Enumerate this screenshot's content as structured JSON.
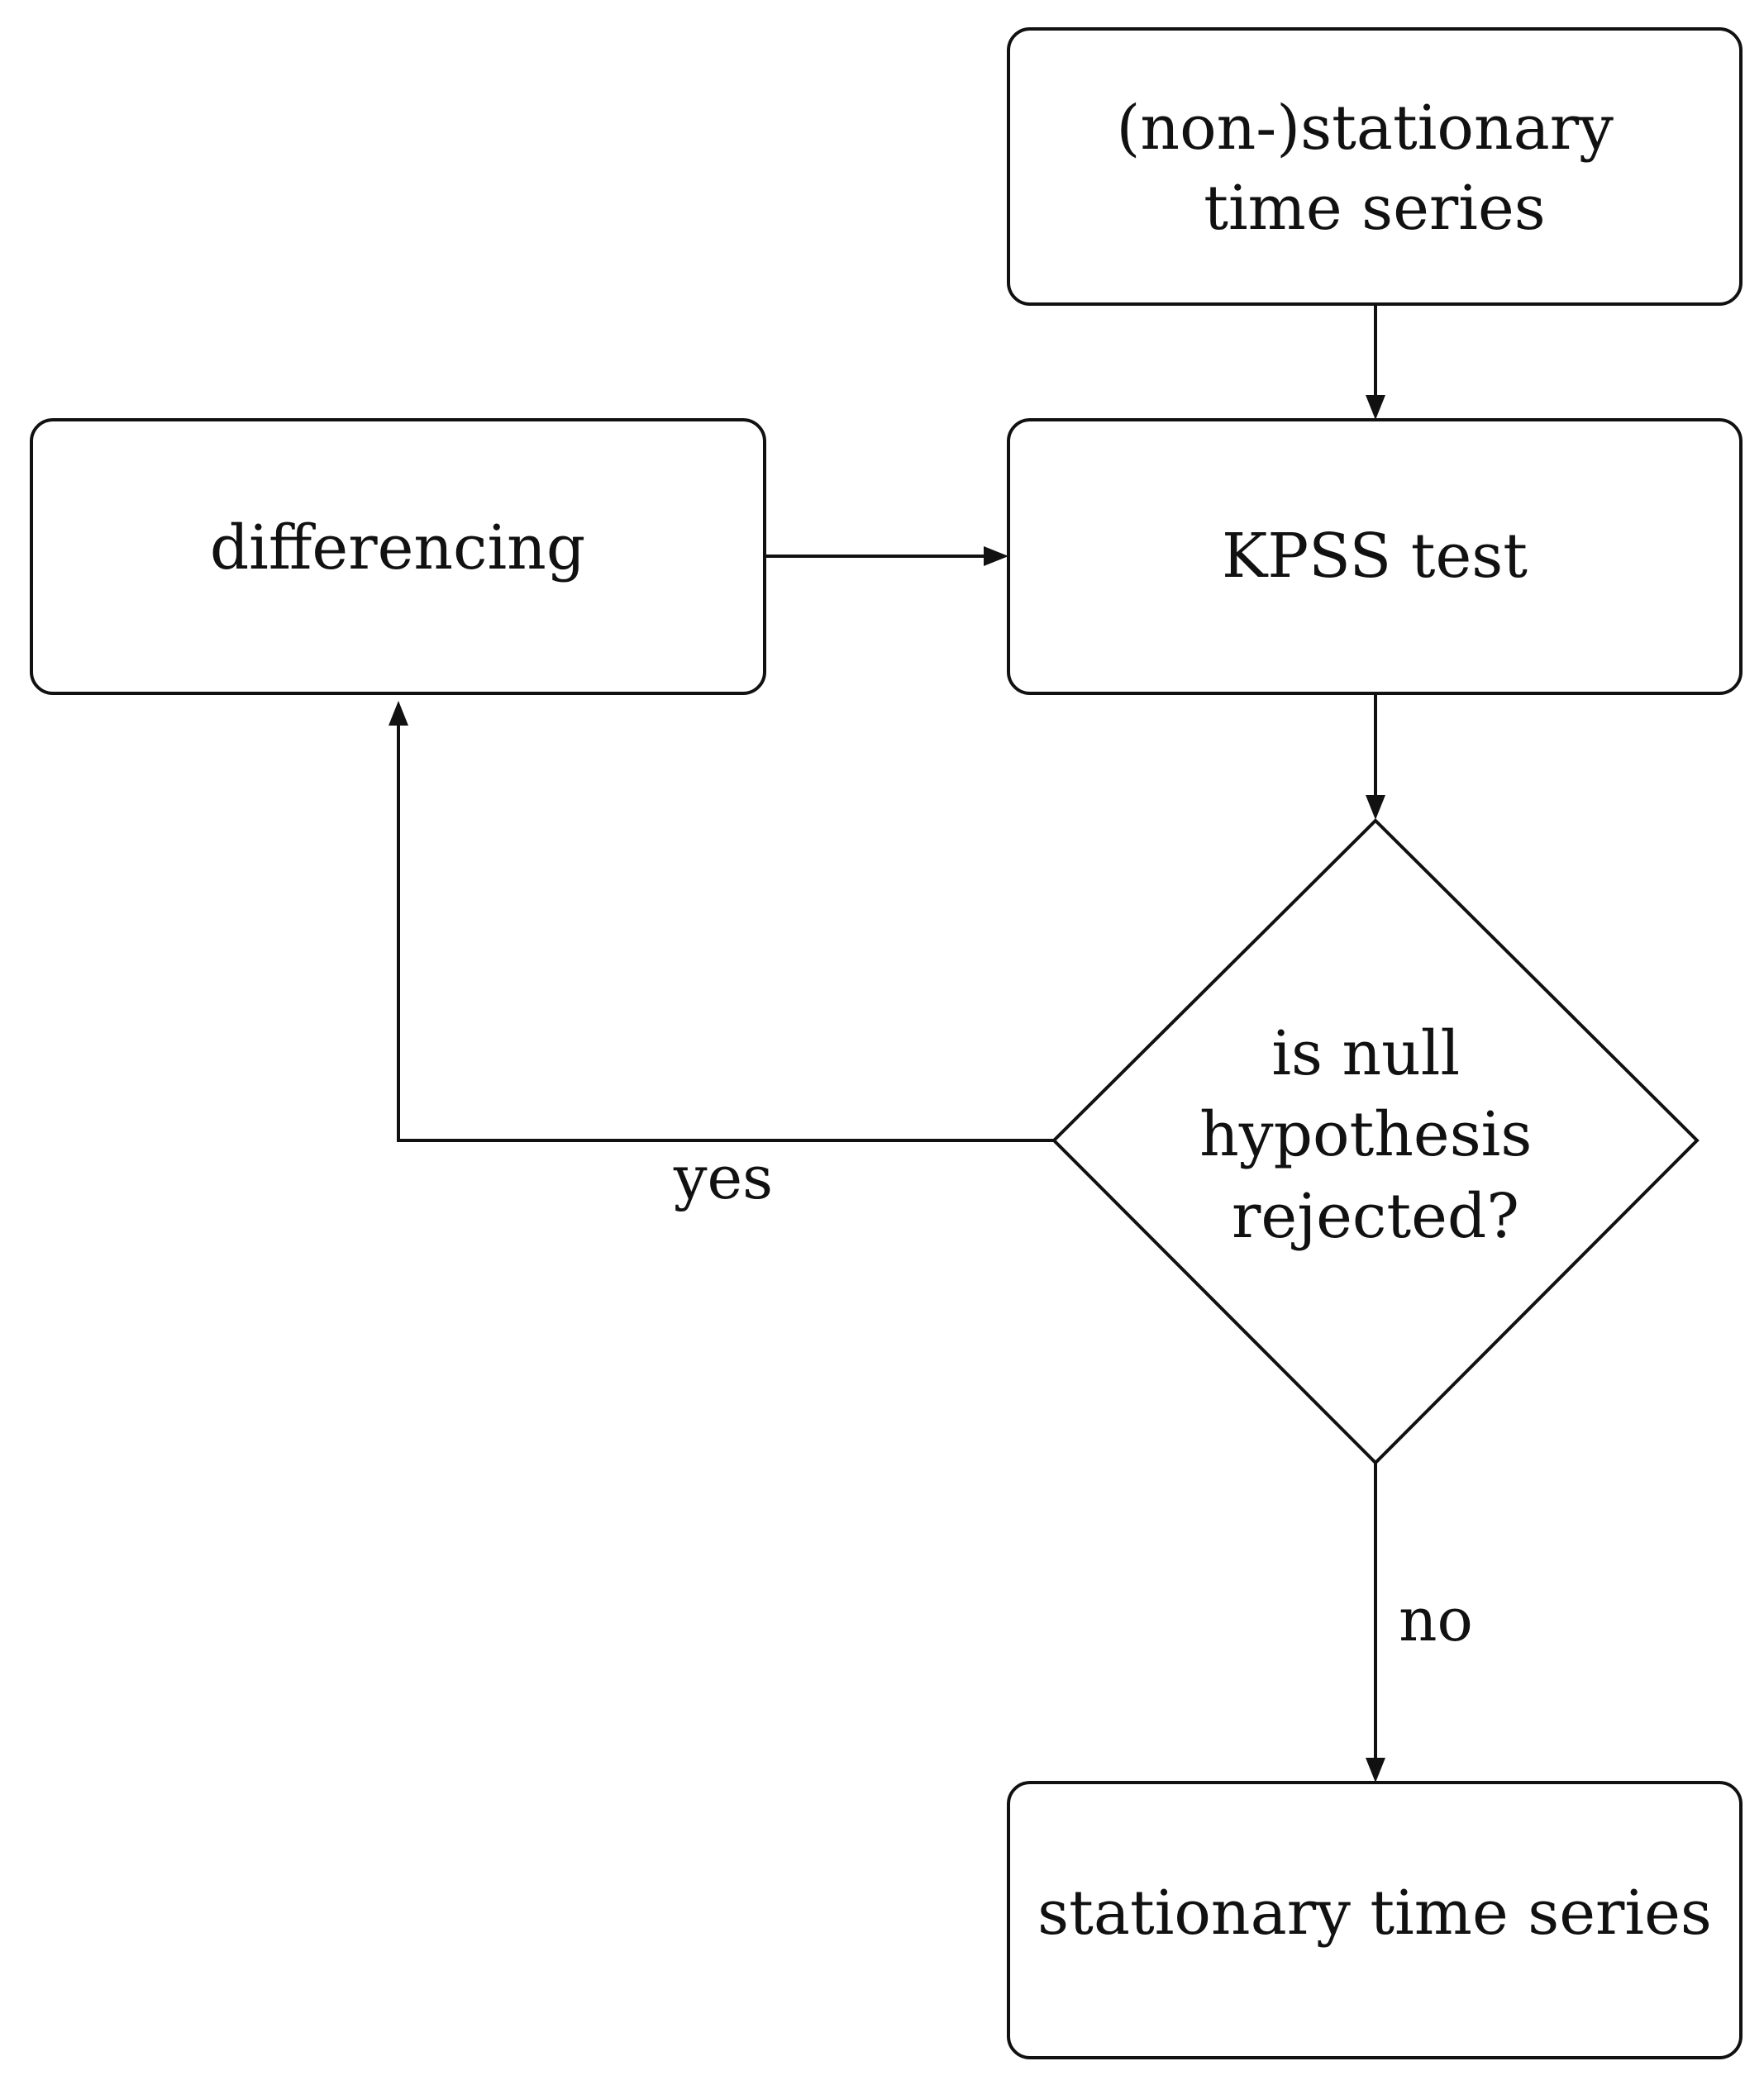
{
  "diagram": {
    "nodes": {
      "input_series": {
        "lines": [
          "(non-)stationary",
          "time series"
        ]
      },
      "differencing": {
        "lines": [
          "differencing"
        ]
      },
      "kpss_test": {
        "lines": [
          "KPSS test"
        ]
      },
      "decision": {
        "lines": [
          "is null",
          "hypothesis",
          "rejected?"
        ]
      },
      "output_series": {
        "lines": [
          "stationary time series"
        ]
      }
    },
    "edge_labels": {
      "yes": "yes",
      "no": "no"
    },
    "colors": {
      "stroke": "#111111",
      "background": "#ffffff"
    }
  }
}
